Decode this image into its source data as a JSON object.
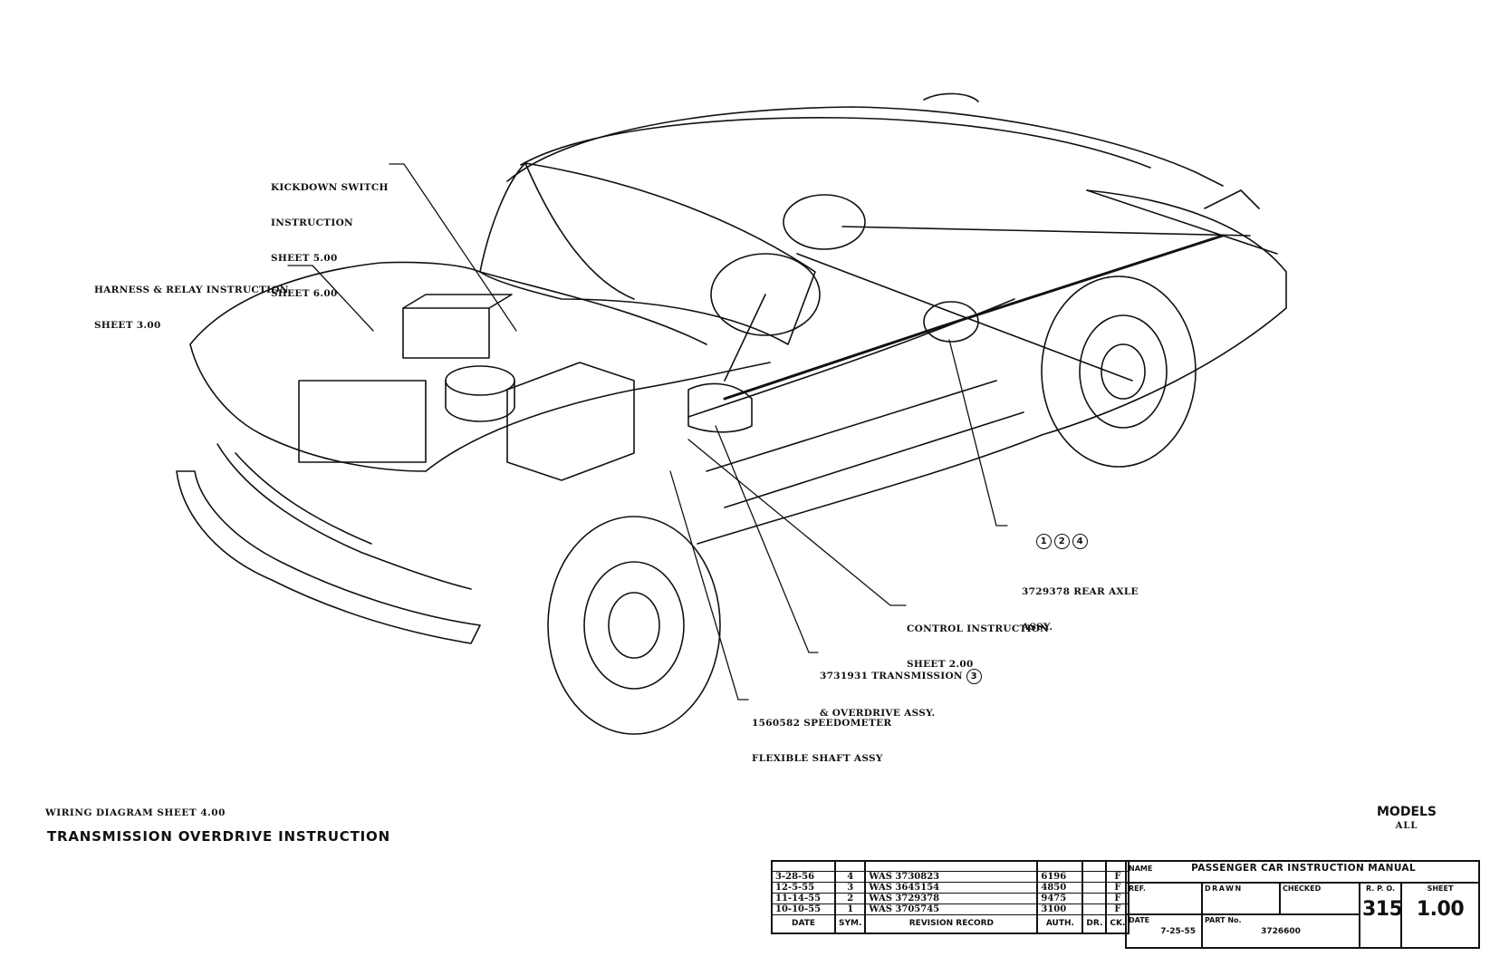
{
  "callouts": {
    "kickdown": [
      "KICKDOWN SWITCH",
      "INSTRUCTION",
      "SHEET 5.00",
      "SHEET 6.00"
    ],
    "harness": [
      "HARNESS & RELAY INSTRUCTION",
      "SHEET 3.00"
    ],
    "rear_axle": {
      "symbols": [
        "1",
        "2",
        "4"
      ],
      "lines": [
        "3729378 REAR AXLE",
        "ASSY."
      ]
    },
    "control": [
      "CONTROL INSTRUCTION",
      "SHEET 2.00"
    ],
    "transmission": {
      "lines": [
        "3731931 TRANSMISSION",
        "& OVERDRIVE ASSY."
      ],
      "symbol": "3"
    },
    "speedometer": [
      "1560582 SPEEDOMETER",
      "FLEXIBLE SHAFT ASSY"
    ]
  },
  "footer": {
    "subtitle": "WIRING DIAGRAM SHEET 4.00",
    "title": "TRANSMISSION OVERDRIVE INSTRUCTION",
    "models_label": "MODELS",
    "models_value": "ALL"
  },
  "revision_record": {
    "headers": [
      "DATE",
      "SYM.",
      "REVISION RECORD",
      "AUTH.",
      "DR.",
      "CK."
    ],
    "rows": [
      {
        "date": "3-28-56",
        "sym": "4",
        "record": "WAS 3730823",
        "auth": "6196",
        "dr": "",
        "ck": "F"
      },
      {
        "date": "12-5-55",
        "sym": "3",
        "record": "WAS 3645154",
        "auth": "4850",
        "dr": "",
        "ck": "F"
      },
      {
        "date": "11-14-55",
        "sym": "2",
        "record": "WAS 3729378",
        "auth": "9475",
        "dr": "",
        "ck": "F"
      },
      {
        "date": "10-10-55",
        "sym": "1",
        "record": "WAS 3705745",
        "auth": "3100",
        "dr": "",
        "ck": "F"
      }
    ]
  },
  "title_block": {
    "name_label": "NAME",
    "name_value": "PASSENGER CAR INSTRUCTION MANUAL",
    "ref_label": "REF.",
    "drawn_label": "DRAWN",
    "checked_label": "CHECKED",
    "rpo_label": "R. P. O.",
    "rpo_value": "315",
    "sheet_label": "SHEET",
    "sheet_value": "1.00",
    "date_label": "DATE",
    "date_value": "7-25-55",
    "part_label": "PART No.",
    "part_value": "3726600"
  }
}
